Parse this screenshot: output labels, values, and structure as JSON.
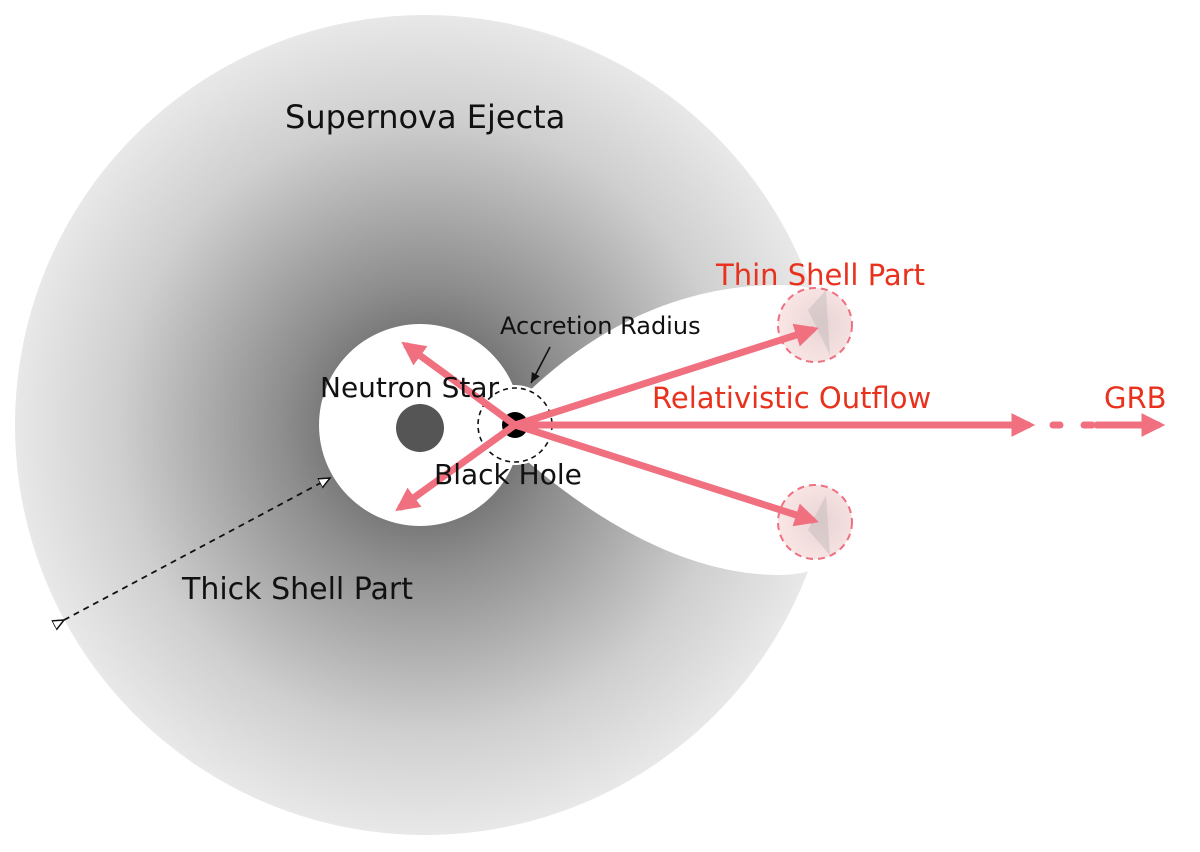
{
  "labels": {
    "ejecta": "Supernova Ejecta",
    "thin_shell": "Thin Shell Part",
    "accretion_radius": "Accretion Radius",
    "neutron_star": "Neutron Star",
    "outflow": "Relativistic Outflow",
    "grb": "GRB",
    "black_hole": "Black Hole",
    "thick_shell": "Thick Shell Part"
  },
  "colors": {
    "arrow": "#f07080",
    "red_text": "#e8321e",
    "black_text": "#111111",
    "ejecta_core": "#5a5a5a",
    "ejecta_edge": "#e6e6e6",
    "neutron_star": "#555555",
    "black_hole": "#000000",
    "blob_fill": "#fbe3e3",
    "blob_stroke": "#f07080"
  }
}
